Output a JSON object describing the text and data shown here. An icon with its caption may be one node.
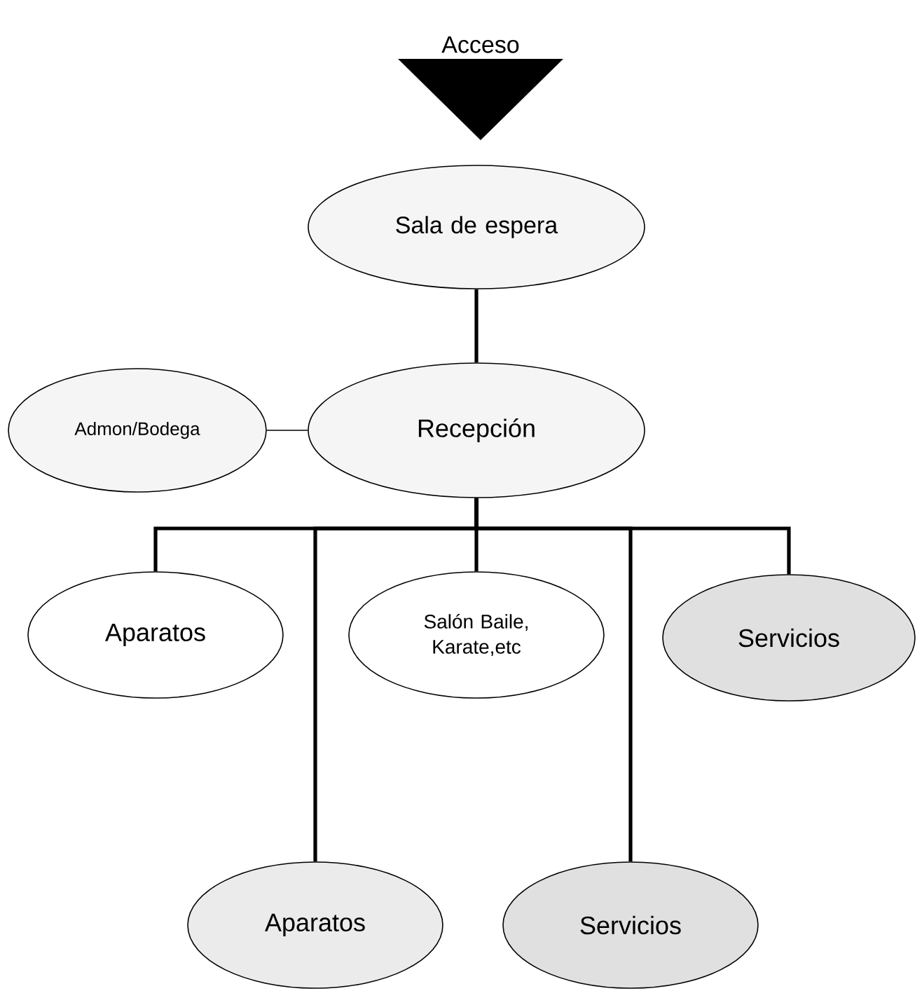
{
  "diagram": {
    "nodes": [
      {
        "text": [
          "Acceso"
        ]
      },
      {
        "text": [
          "Sala de espera"
        ]
      },
      {
        "text": [
          "Admon/Bodega"
        ]
      },
      {
        "text": [
          "Recepción"
        ]
      },
      {
        "text": [
          "Aparatos"
        ]
      },
      {
        "text": [
          "Salón Baile, Karate,etc"
        ]
      },
      {
        "text": [
          "Servicios"
        ]
      },
      {
        "text": [
          "Aparatos"
        ]
      },
      {
        "text": [
          "Servicios"
        ]
      }
    ],
    "edges": [
      {
        "from": 1,
        "to": 3,
        "arrow": "none"
      },
      {
        "from": 2,
        "to": 3,
        "arrow": "none"
      },
      {
        "from": 3,
        "to": 4,
        "arrow": "none"
      },
      {
        "from": 3,
        "to": 7,
        "arrow": "none"
      },
      {
        "from": 3,
        "to": 5,
        "arrow": "none"
      },
      {
        "from": 3,
        "to": 8,
        "arrow": "none"
      },
      {
        "from": 3,
        "to": 6,
        "arrow": "none"
      }
    ]
  }
}
